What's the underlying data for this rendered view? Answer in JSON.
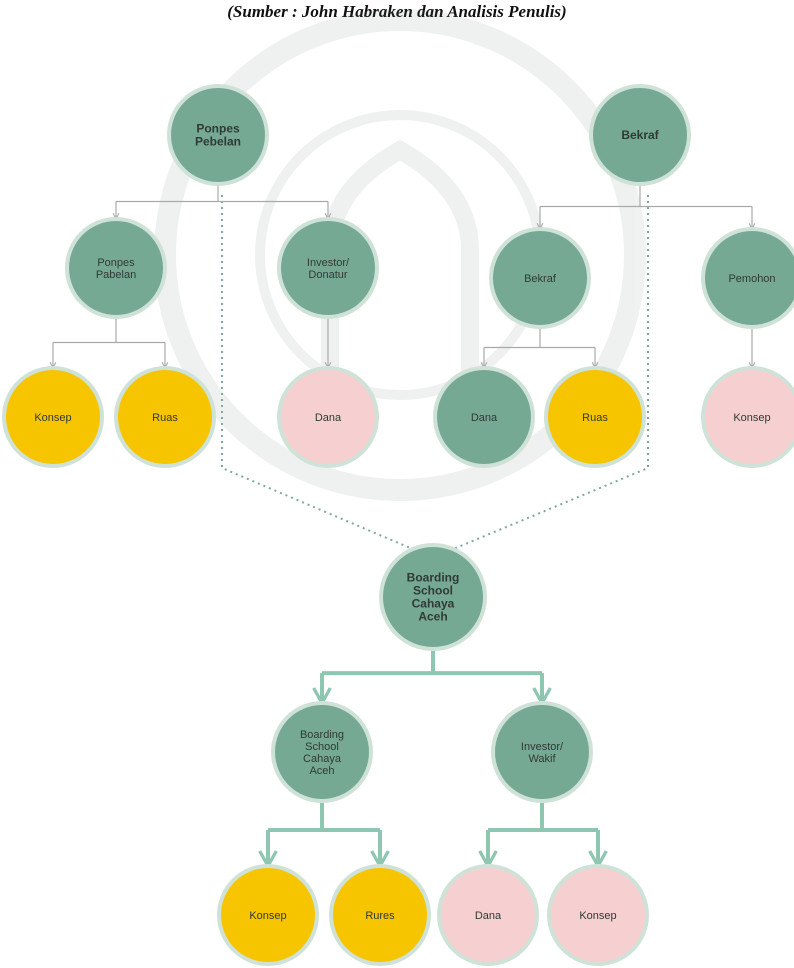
{
  "caption": "(Sumber : John Habraken dan Analisis Penulis)",
  "colors": {
    "green": "#76a994",
    "green_ring": "#cfe2d8",
    "yellow": "#f7c400",
    "yellow_ring": "#cfe2d8",
    "pink": "#f6d0d0",
    "pink_ring": "#cfe2d8",
    "connector": "#a9a9a9",
    "connector_bold": "#8fc6b2",
    "dotted": "#7fa8a0",
    "text": "#2f3a35"
  },
  "nodes": [
    {
      "id": "ponpes-top",
      "label": "Ponpes\nPebelan",
      "fill": "green",
      "bold": true
    },
    {
      "id": "bekraf-top",
      "label": "Bekraf",
      "fill": "green",
      "bold": true
    },
    {
      "id": "ponpes-pabelan",
      "label": "Ponpes\nPabelan",
      "fill": "green",
      "bold": false
    },
    {
      "id": "investor-donatur",
      "label": "Investor/\nDonatur",
      "fill": "green",
      "bold": false
    },
    {
      "id": "bekraf-mid",
      "label": "Bekraf",
      "fill": "green",
      "bold": false
    },
    {
      "id": "pemohon",
      "label": "Pemohon",
      "fill": "green",
      "bold": false
    },
    {
      "id": "konsep-1",
      "label": "Konsep",
      "fill": "yellow",
      "bold": false
    },
    {
      "id": "ruas-1",
      "label": "Ruas",
      "fill": "yellow",
      "bold": false
    },
    {
      "id": "dana-1",
      "label": "Dana",
      "fill": "pink",
      "bold": false
    },
    {
      "id": "dana-2",
      "label": "Dana",
      "fill": "green",
      "bold": false
    },
    {
      "id": "ruas-2",
      "label": "Ruas",
      "fill": "yellow",
      "bold": false
    },
    {
      "id": "konsep-2",
      "label": "Konsep",
      "fill": "pink",
      "bold": false
    },
    {
      "id": "boarding-center",
      "label": "Boarding\nSchool\nCahaya\nAceh",
      "fill": "green",
      "bold": true
    },
    {
      "id": "boarding-sub",
      "label": "Boarding\nSchool\nCahaya\nAceh",
      "fill": "green",
      "bold": false
    },
    {
      "id": "investor-wakif",
      "label": "Investor/\nWakif",
      "fill": "green",
      "bold": false
    },
    {
      "id": "konsep-3",
      "label": "Konsep",
      "fill": "yellow",
      "bold": false
    },
    {
      "id": "rures",
      "label": "Rures",
      "fill": "yellow",
      "bold": false
    },
    {
      "id": "dana-3",
      "label": "Dana",
      "fill": "pink",
      "bold": false
    },
    {
      "id": "konsep-4",
      "label": "Konsep",
      "fill": "pink",
      "bold": false
    }
  ],
  "edges": [
    {
      "from": "ponpes-top",
      "to": [
        "ponpes-pabelan",
        "investor-donatur"
      ],
      "style": "thin"
    },
    {
      "from": "bekraf-top",
      "to": [
        "bekraf-mid",
        "pemohon"
      ],
      "style": "thin"
    },
    {
      "from": "ponpes-pabelan",
      "to": [
        "konsep-1",
        "ruas-1"
      ],
      "style": "thin"
    },
    {
      "from": "investor-donatur",
      "to": [
        "dana-1"
      ],
      "style": "thin"
    },
    {
      "from": "bekraf-mid",
      "to": [
        "dana-2",
        "ruas-2"
      ],
      "style": "thin"
    },
    {
      "from": "pemohon",
      "to": [
        "konsep-2"
      ],
      "style": "thin"
    },
    {
      "from": "boarding-center",
      "to": [
        "boarding-sub",
        "investor-wakif"
      ],
      "style": "bold"
    },
    {
      "from": "boarding-sub",
      "to": [
        "konsep-3",
        "rures"
      ],
      "style": "bold"
    },
    {
      "from": "investor-wakif",
      "to": [
        "dana-3",
        "konsep-4"
      ],
      "style": "bold"
    }
  ],
  "dotted_links": [
    {
      "from": "ponpes-top",
      "to": "boarding-center"
    },
    {
      "from": "bekraf-top",
      "to": "boarding-center"
    }
  ]
}
